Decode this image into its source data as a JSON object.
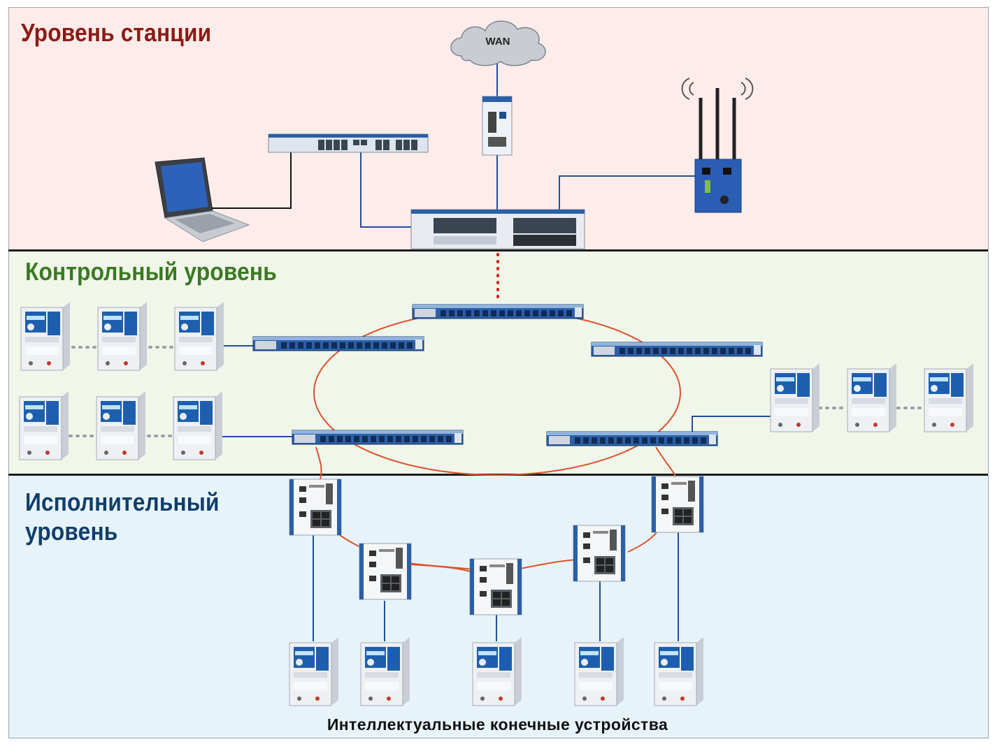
{
  "levels": {
    "station": "Уровень станции",
    "control": "Контрольный уровень",
    "executive": "Исполнительный уровень"
  },
  "cloud": {
    "label": "WAN"
  },
  "footer": {
    "caption": "Интеллектуальные конечные устройства"
  },
  "colors": {
    "station_band": "#fdecea",
    "control_band": "#f1f6ea",
    "executive_band": "#e7f3fa",
    "ring": "#d9532b",
    "link": "#1f4f9a",
    "station_title": "#8b1a14",
    "control_title": "#3a7a22",
    "executive_title": "#0f3e6a"
  },
  "icons": [
    "wan-cloud-icon",
    "laptop-icon",
    "rack-switch-icon",
    "din-rail-switch-icon",
    "wireless-router-icon",
    "motor-control-device-icon"
  ]
}
